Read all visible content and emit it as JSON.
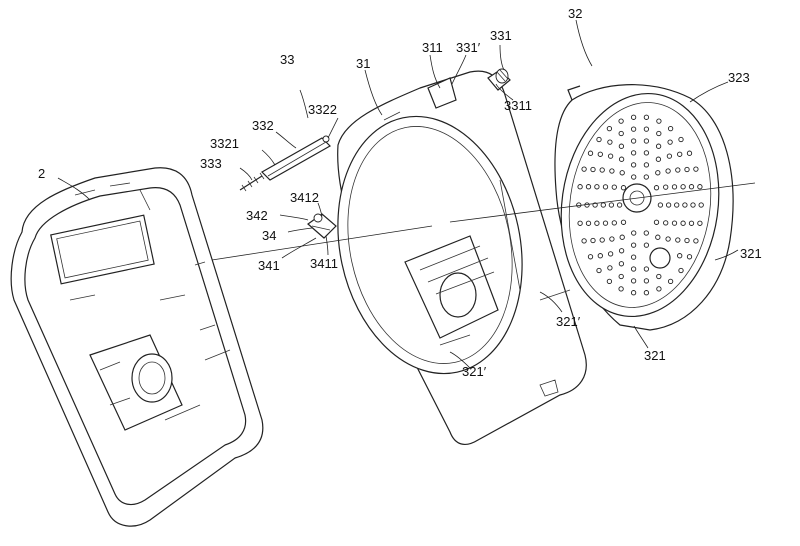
{
  "labels": {
    "l2": "2",
    "l31": "31",
    "l311": "311",
    "l331p": "331′",
    "l331": "331",
    "l3311": "3311",
    "l32": "32",
    "l323": "323",
    "l33": "33",
    "l3322": "3322",
    "l332": "332",
    "l3321": "3321",
    "l333": "333",
    "l3412": "3412",
    "l342": "342",
    "l34": "34",
    "l341": "341",
    "l3411": "3411",
    "l321a": "321",
    "l321b": "321",
    "l321pa": "321′",
    "l321pb": "321′"
  }
}
